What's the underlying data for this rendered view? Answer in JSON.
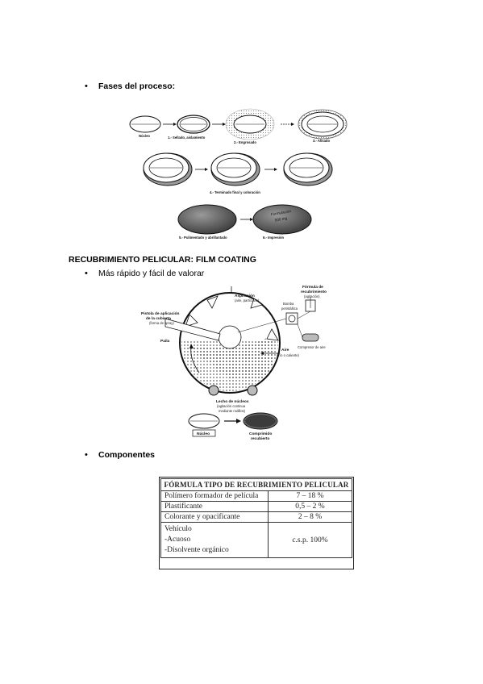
{
  "sections": {
    "fases": {
      "bullet": "•",
      "title": "Fases del proceso:"
    },
    "film_heading": "RECUBRIMIENTO PELICULAR: FILM COATING",
    "rapido": {
      "bullet": "•",
      "text": "Más rápido y fácil de valorar"
    },
    "componentes": {
      "bullet": "•",
      "title": "Componentes"
    }
  },
  "phases_figure": {
    "labels": {
      "nucleo": "Núcleo",
      "step1": "1.- Sellado, aislamiento",
      "step2": "2.- Engrosado",
      "step3": "3.- Alisado",
      "step4": "4.- Terminado final y coloración",
      "step5": "5.- Pulimentado y abrillantado",
      "step6": "6.- Impresión",
      "tablet_print_1": "Formulación",
      "tablet_print_2": "500 mg"
    }
  },
  "coating_figure": {
    "labels": {
      "aspiracion": "Aspiración",
      "aspiracion_sub": "(aire, partículas)",
      "pistola_1": "Pistola de aplicación",
      "pistola_2": "de la cubierta",
      "pistola_sub": "(forma de spray)",
      "paila": "Paila",
      "formula_1": "Fórmula de",
      "formula_2": "recubrimiento",
      "formula_sub": "(agitación)",
      "bomba_1": "Bomba",
      "bomba_2": "peristáltica",
      "compresor": "Compresor de aire",
      "aire": "Aire",
      "aire_sub": "(frío o caliente)",
      "lecho_1": "Lecho de núcleos",
      "lecho_2": "(agitación continua",
      "lecho_3": "mediante rodillos)",
      "nucleo": "Núcleo",
      "comprimido_1": "Comprimido",
      "comprimido_2": "recubierto"
    }
  },
  "components_table": {
    "header": "FÓRMULA TIPO DE RECUBRIMIENTO PELICULAR",
    "rows": [
      {
        "name": "Polímero formador de película",
        "value": "7 – 18 %"
      },
      {
        "name": "Plastificante",
        "value": "0,5 – 2 %"
      },
      {
        "name": "Colorante y opacificante",
        "value": "2 – 8 %"
      }
    ],
    "vehicle": {
      "lines": [
        "Vehículo",
        "-Acuoso",
        "-Disolvente orgánico"
      ],
      "value": "c.s.p. 100%"
    }
  }
}
